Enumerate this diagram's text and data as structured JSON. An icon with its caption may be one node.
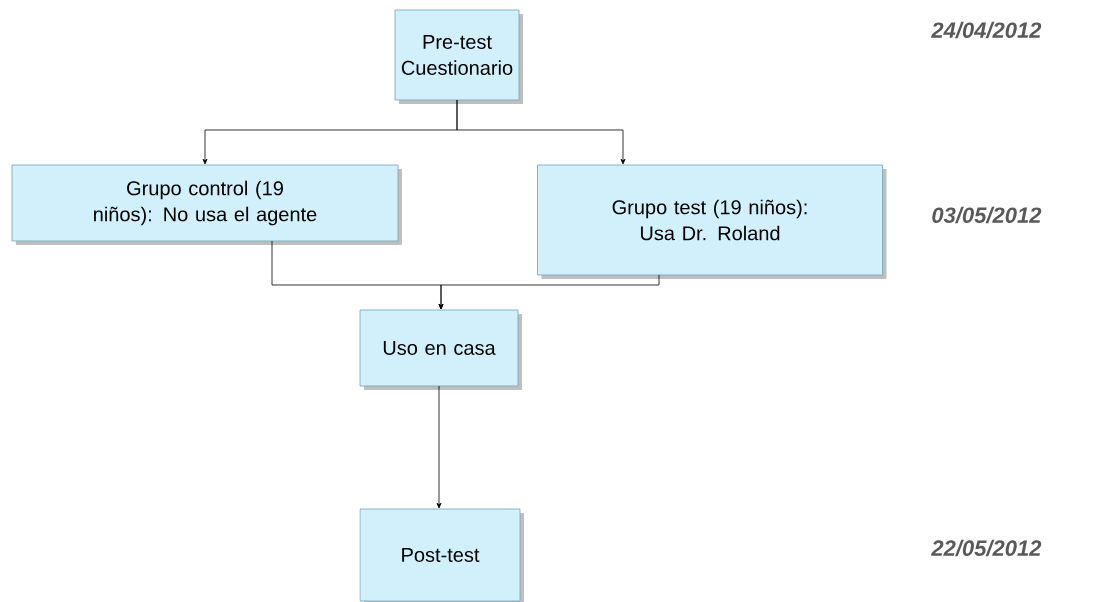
{
  "diagram": {
    "nodes": [
      {
        "text": [
          "Pre-test Cuestionario"
        ]
      },
      {
        "text": [
          "Grupo control (19 niños): No usa el agente"
        ]
      },
      {
        "text": [
          "Grupo test (19 niños): Usa Dr. Roland"
        ]
      },
      {
        "text": [
          "Uso en casa"
        ]
      },
      {
        "text": [
          "Post-test"
        ]
      }
    ],
    "edges": [
      {
        "from": 0,
        "to": 1,
        "arrow": "to"
      },
      {
        "from": 0,
        "to": 2,
        "arrow": "to"
      },
      {
        "from": 1,
        "to": 3,
        "arrow": "to"
      },
      {
        "from": 2,
        "to": 3,
        "arrow": "to"
      },
      {
        "from": 3,
        "to": 4,
        "arrow": "to"
      }
    ],
    "labels": [
      "24/04/2012",
      "03/05/2012",
      "22/05/2012"
    ]
  }
}
